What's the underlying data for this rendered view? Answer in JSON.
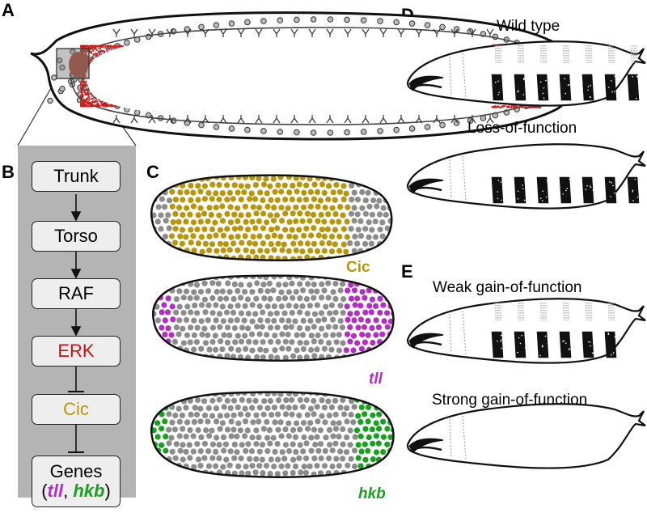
{
  "panels": {
    "a": "A",
    "b": "B",
    "c": "C",
    "d": "D",
    "e": "E"
  },
  "pathway": {
    "nodes": [
      "Trunk",
      "Torso",
      "RAF",
      "ERK",
      "Cic"
    ],
    "genes_label": "Genes",
    "genes_open": "(",
    "gene1": "tll",
    "comma": ", ",
    "gene2": "hkb",
    "genes_close": ")"
  },
  "expression": {
    "cic": "Cic",
    "tll": "tll",
    "hkb": "hkb"
  },
  "larvae": {
    "wild_type": "Wild type",
    "loss": "Loss-of-function",
    "weak_gain": "Weak gain-of-function",
    "strong_gain": "Strong gain-of-function"
  },
  "colors": {
    "erk": "#c0141a",
    "cic": "#b8960c",
    "tll": "#b030c0",
    "hkb": "#1aa020",
    "nuclei_red": "#cc1f1f",
    "panel_gray": "#b4b4b4",
    "dot_gray": "#8c8c8c"
  }
}
